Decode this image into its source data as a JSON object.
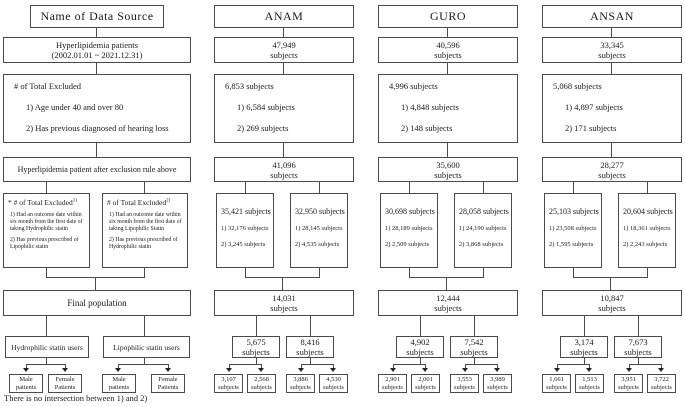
{
  "colors": {
    "line": "#4a4a4a",
    "text": "#1a1a1a",
    "background": "#ffffff"
  },
  "labels": {
    "subjects": "subjects"
  },
  "footnote": "There is no intersection between 1) and 2)",
  "source_column": {
    "header": "Name of Data Source",
    "patients_box": {
      "line1": "Hyperlipidemia patients",
      "line2": "(2002.01.01 ~ 2021.12.31)"
    },
    "exclusion_box": {
      "title": "# of Total Excluded",
      "item1": "1) Age under 40 and over 80",
      "item2": "2) Has previous diagnosed of hearing loss"
    },
    "after_exclusion_box": "Hyperlipidemia patient after exclusion rule above",
    "excluded_hydro": {
      "title": "* # of Total Excluded",
      "sup": "1)",
      "item1": "1) Had an outcome date within six month from the first date of taking Hydrophilic statin",
      "item2": "2) Has previous prescribed of Lipophilic statin"
    },
    "excluded_lipo": {
      "title": "# of Total Excluded",
      "sup": "2)",
      "item1": "1) Had an outcome date within six month from the first date of taking Lipophilic Statin",
      "item2": "2) Has previous prescribed of Hydrophilic statin"
    },
    "final_population": "Final population",
    "hydrophilic_users": "Hydrophilic statin users",
    "lipophilic_users": "Lipophilic statin users",
    "male1": {
      "line1": "Male",
      "line2": "patients"
    },
    "female1": {
      "line1": "Female",
      "line2": "Patients"
    },
    "male2": {
      "line1": "Male",
      "line2": "patients"
    },
    "female2": {
      "line1": "Female",
      "line2": "Patients"
    }
  },
  "hospitals": [
    {
      "name": "ANAM",
      "total": "47,949",
      "excluded": {
        "total": "6,853 subjects",
        "item1": "1) 6,584 subjects",
        "item2": "2) 269 subjects"
      },
      "after_exclusion": "41,096",
      "hydro_excluded": {
        "total": "35,421 subjects",
        "item1": "1) 32,176 subjects",
        "item2": "2) 3,245 subjects"
      },
      "lipo_excluded": {
        "total": "32,950 subjects",
        "item1": "1) 28,145 subjects",
        "item2": "2) 4,535 subjects"
      },
      "final": "14,031",
      "hydro_users": "5,675",
      "lipo_users": "8,416",
      "hydro_male": "3,107",
      "hydro_female": "2,568",
      "lipo_male": "3,886",
      "lipo_female": "4,530"
    },
    {
      "name": "GURO",
      "total": "40,596",
      "excluded": {
        "total": "4,996 subjects",
        "item1": "1) 4,848 subjects",
        "item2": "2) 148 subjects"
      },
      "after_exclusion": "35,600",
      "hydro_excluded": {
        "total": "30,698 subjects",
        "item1": "1) 28,189 subjects",
        "item2": "2) 2,509 subjects"
      },
      "lipo_excluded": {
        "total": "28,058 subjects",
        "item1": "1) 24,190 subjects",
        "item2": "2) 3,868 subjects"
      },
      "final": "12,444",
      "hydro_users": "4,902",
      "lipo_users": "7,542",
      "hydro_male": "2,901",
      "hydro_female": "2,001",
      "lipo_male": "3,553",
      "lipo_female": "3,989"
    },
    {
      "name": "ANSAN",
      "total": "33,345",
      "excluded": {
        "total": "5,068 subjects",
        "item1": "1) 4,897 subjects",
        "item2": "2) 171 subjects"
      },
      "after_exclusion": "28,277",
      "hydro_excluded": {
        "total": "25,103 subjects",
        "item1": "1) 23,508 subjects",
        "item2": "2) 1,595 subjects"
      },
      "lipo_excluded": {
        "total": "20,604 subjects",
        "item1": "1) 18,361 subjects",
        "item2": "2) 2,243 subjects"
      },
      "final": "10,847",
      "hydro_users": "3,174",
      "lipo_users": "7,673",
      "hydro_male": "1,661",
      "hydro_female": "1,513",
      "lipo_male": "3,951",
      "lipo_female": "3,722"
    }
  ]
}
